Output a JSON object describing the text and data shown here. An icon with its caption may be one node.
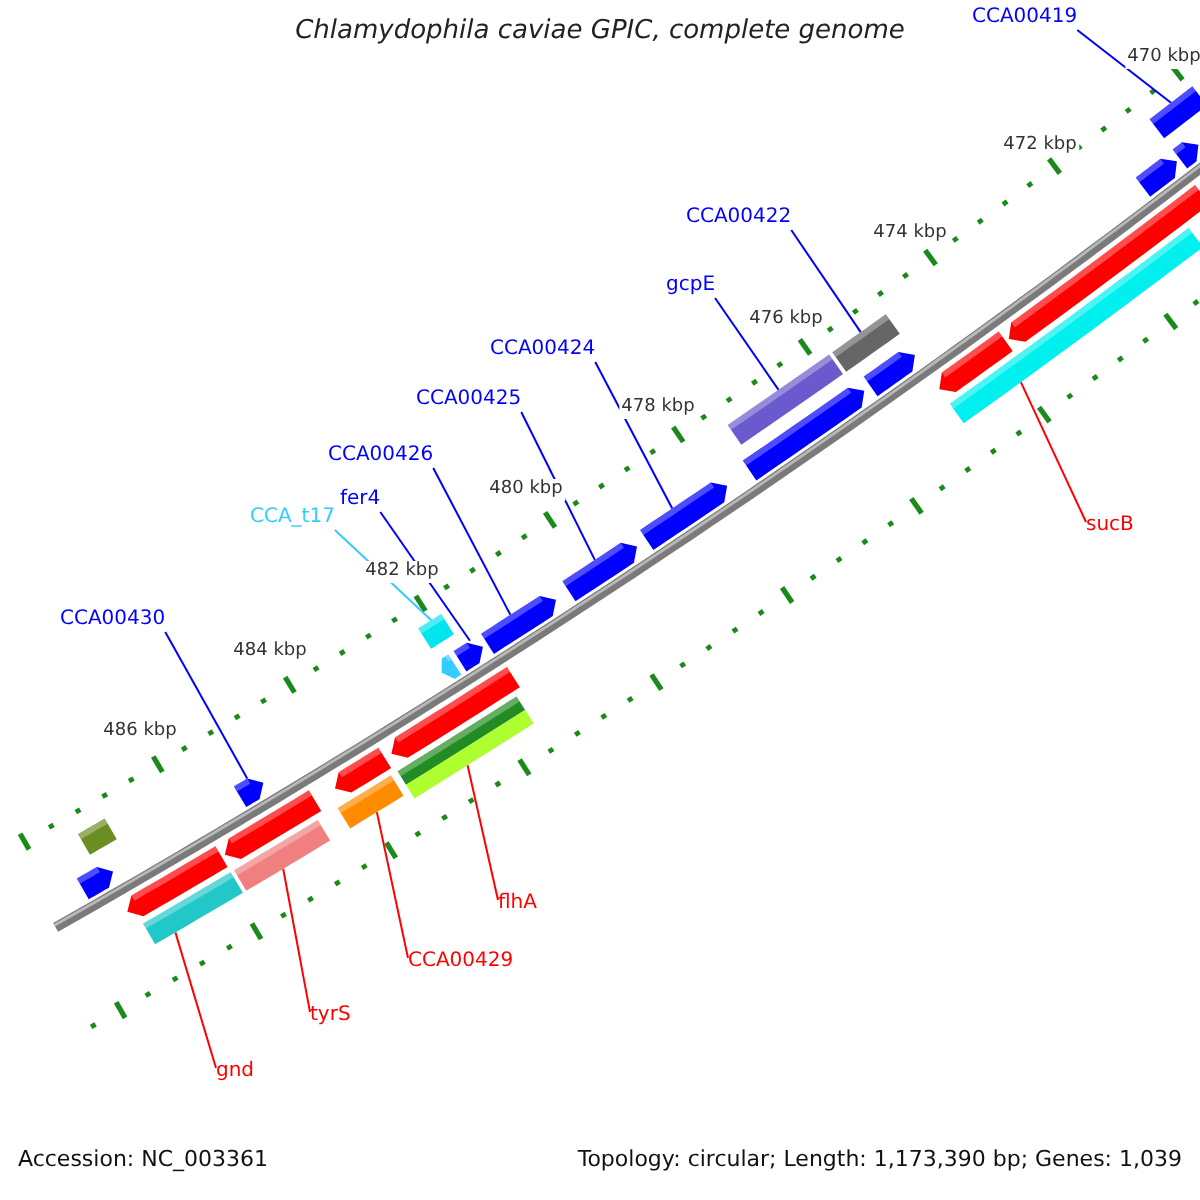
{
  "diagram": {
    "title": "Chlamydophila caviae GPIC, complete genome",
    "nodes": [
      {
        "text": [
          "CCA00419"
        ]
      },
      {
        "text": [
          "CCA00422"
        ]
      },
      {
        "text": [
          "gcpE"
        ]
      },
      {
        "text": [
          "CCA00424"
        ]
      },
      {
        "text": [
          "CCA00425"
        ]
      },
      {
        "text": [
          "CCA00426"
        ]
      },
      {
        "text": [
          "fer4"
        ]
      },
      {
        "text": [
          "CCA_t17"
        ]
      },
      {
        "text": [
          "CCA00430"
        ]
      },
      {
        "text": [
          "sucB"
        ]
      },
      {
        "text": [
          "gnd"
        ]
      },
      {
        "text": [
          "tyrS"
        ]
      },
      {
        "text": [
          "CCA00429"
        ]
      },
      {
        "text": [
          "flhA"
        ]
      },
      {
        "text": [],
        "shape": "bar"
      },
      {
        "text": [],
        "shape": "bar"
      },
      {
        "text": [],
        "shape": "bar"
      },
      {
        "text": [],
        "shape": "arrow"
      },
      {
        "text": [],
        "shape": "arrow"
      },
      {
        "text": [],
        "shape": "arrow"
      },
      {
        "text": [],
        "shape": "arrow"
      },
      {
        "text": [],
        "shape": "bar"
      },
      {
        "text": [],
        "shape": "arrow"
      },
      {
        "text": [],
        "shape": "bar"
      },
      {
        "text": [],
        "shape": "bar"
      },
      {
        "text": [],
        "shape": "bar"
      },
      {
        "text": [],
        "shape": "bar"
      },
      {
        "text": [],
        "shape": "bar"
      },
      {
        "text": [],
        "shape": "arrow"
      },
      {
        "text": [],
        "shape": "arrow"
      },
      {
        "text": [],
        "shape": "arrow"
      },
      {
        "text": [],
        "shape": "arrow"
      },
      {
        "text": [],
        "shape": "arrow"
      },
      {
        "text": [],
        "shape": "arrow"
      },
      {
        "text": [],
        "shape": "bar"
      },
      {
        "text": [],
        "shape": "arrow"
      },
      {
        "text": [],
        "shape": "arrow"
      },
      {
        "text": [],
        "shape": "arrow"
      },
      {
        "text": [],
        "shape": "arrow"
      },
      {
        "text": [],
        "shape": "arrow"
      },
      {
        "text": [],
        "shape": "arrow"
      }
    ],
    "edges": [
      {
        "from": 0,
        "to": 14,
        "arrow": "none"
      },
      {
        "from": 1,
        "to": 15,
        "arrow": "none"
      },
      {
        "from": 2,
        "to": 16,
        "arrow": "none"
      },
      {
        "from": 3,
        "to": 17,
        "arrow": "none"
      },
      {
        "from": 4,
        "to": 18,
        "arrow": "none"
      },
      {
        "from": 5,
        "to": 19,
        "arrow": "none"
      },
      {
        "from": 6,
        "to": 20,
        "arrow": "none"
      },
      {
        "from": 7,
        "to": 21,
        "arrow": "none",
        "color": "#33ccff"
      },
      {
        "from": 8,
        "to": 22,
        "arrow": "none"
      },
      {
        "from": 9,
        "to": 23,
        "arrow": "none",
        "color": "#ff0000"
      },
      {
        "from": 10,
        "to": 24,
        "arrow": "none",
        "color": "#ff0000"
      },
      {
        "from": 11,
        "to": 25,
        "arrow": "none",
        "color": "#ff0000"
      },
      {
        "from": 12,
        "to": 26,
        "arrow": "none",
        "color": "#ff0000"
      },
      {
        "from": 13,
        "to": 27,
        "arrow": "none",
        "color": "#ff0000"
      }
    ],
    "labels": [
      "470 kbp",
      "472 kbp",
      "474 kbp",
      "476 kbp",
      "478 kbp",
      "480 kbp",
      "482 kbp",
      "484 kbp",
      "486 kbp",
      "Accession: NC_003361",
      "Topology: circular; Length: 1,173,390 bp; Genes: 1,039"
    ]
  }
}
